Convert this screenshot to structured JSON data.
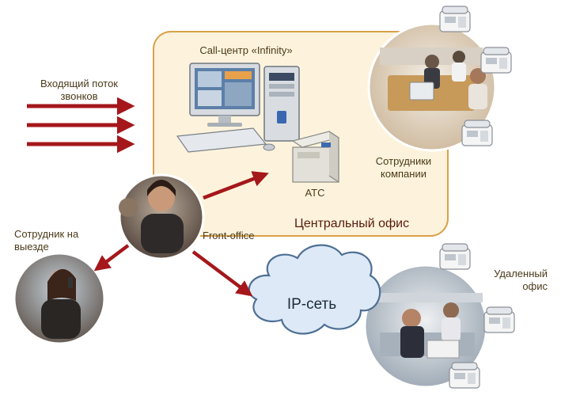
{
  "labels": {
    "incoming_calls": "Входящий поток\nзвонков",
    "call_center": "Call-центр «Infinity»",
    "employees": "Сотрудники\nкомпании",
    "pbx": "АТС",
    "central_office": "Центральный офис",
    "front_office": "Front-office",
    "field_employee": "Сотрудник на\nвыезде",
    "ip_network": "IP-сеть",
    "remote_office": "Удаленный\nофис"
  },
  "colors": {
    "office_fill": "#fdf3dc",
    "office_border": "#d9a14a",
    "arrow": "#a5171b",
    "cloud_fill": "#dde9f6",
    "cloud_border": "#4d6f94"
  },
  "icons": [
    "desktop-computer-icon",
    "pbx-box-icon",
    "telephone-icon",
    "cloud-icon",
    "photo-circle-icon"
  ]
}
